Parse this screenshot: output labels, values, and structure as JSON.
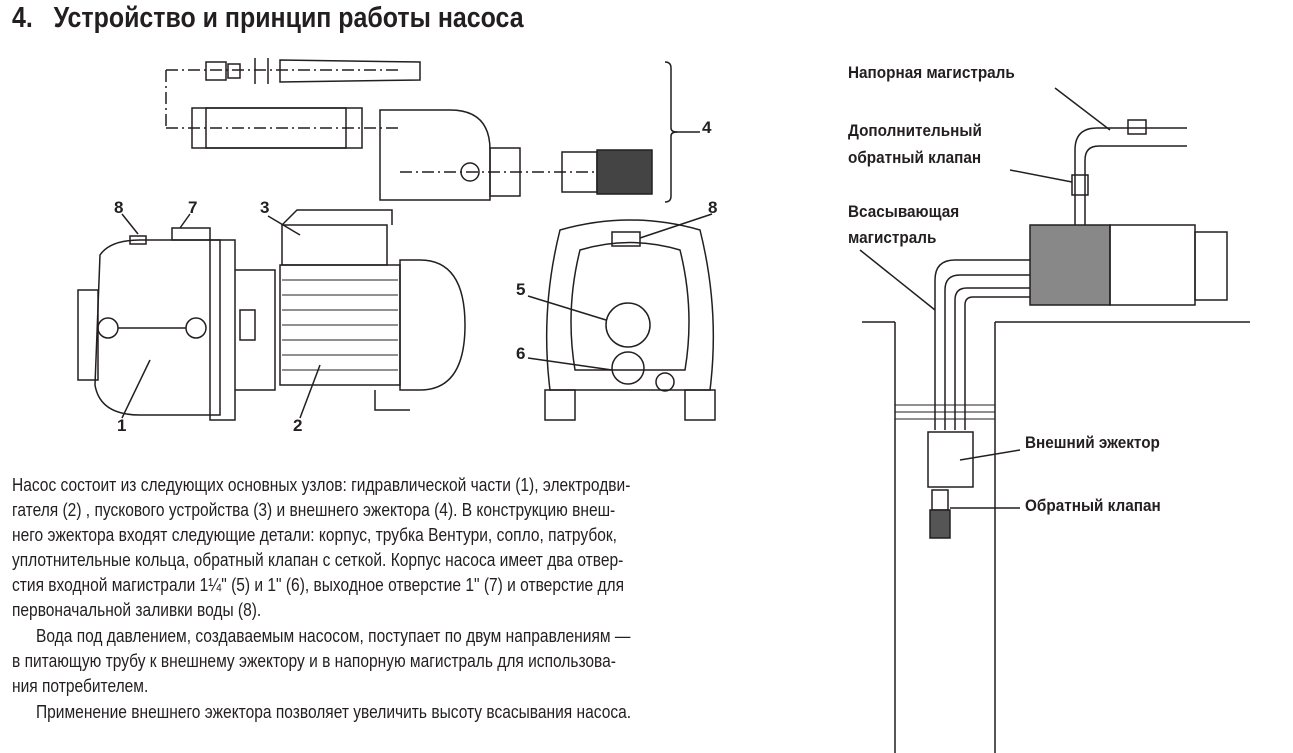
{
  "heading": {
    "number": "4.",
    "title": "Устройство и принцип работы насоса"
  },
  "callouts": {
    "n4": "4",
    "n8a": "8",
    "n7": "7",
    "n3": "3",
    "n8b": "8",
    "n5": "5",
    "n6": "6",
    "n1": "1",
    "n2": "2"
  },
  "install_labels": {
    "pressure_line": "Напорная магистраль",
    "extra_valve_1": "Дополнительный",
    "extra_valve_2": "обратный клапан",
    "suction_1": "Всасывающая",
    "suction_2": "магистраль",
    "ejector": "Внешний эжектор",
    "check_valve": "Обратный клапан"
  },
  "body_lines": [
    "Насос состоит из следующих основных узлов: гидравлической части (1), электродви-",
    "гателя (2) , пускового устройства (3) и внешнего эжектора (4). В конструкцию внеш-",
    "него эжектора входят следующие детали: корпус, трубка Вентури, сопло, патрубок,",
    "уплотнительные кольца, обратный клапан с сеткой. Корпус насоса имеет два отвер-",
    "стия входной магистрали 1¼\" (5) и 1\" (6), выходное отверстие 1\" (7) и отверстие для",
    "первоначальной заливки воды (8).",
    "Вода под давлением, создаваемым насосом, поступает по двум направлениям —",
    "в питающую трубу к внешнему эжектору и в напорную магистраль для использова-",
    "ния потребителем.",
    "Применение внешнего эжектора позволяет увеличить высоту всасывания насоса."
  ]
}
